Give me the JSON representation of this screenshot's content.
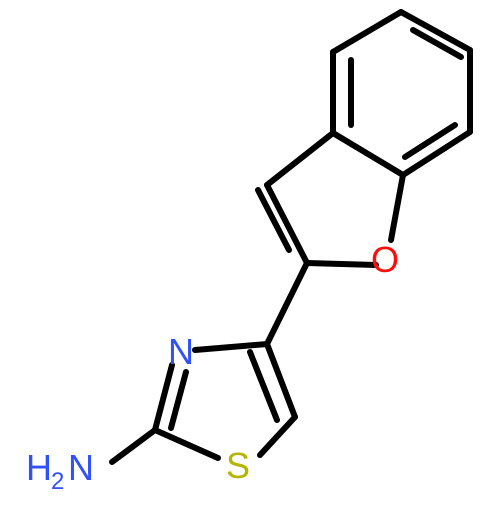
{
  "atom_labels": {
    "oxygen": "O",
    "nitrogen": "N",
    "sulfur": "S",
    "amine_h": "H",
    "amine_subscript": "2",
    "amine_n": "N"
  },
  "colors": {
    "bond": "#000000",
    "oxygen": "#ff0d0d",
    "nitrogen": "#3050f8",
    "sulfur": "#b5b500"
  }
}
